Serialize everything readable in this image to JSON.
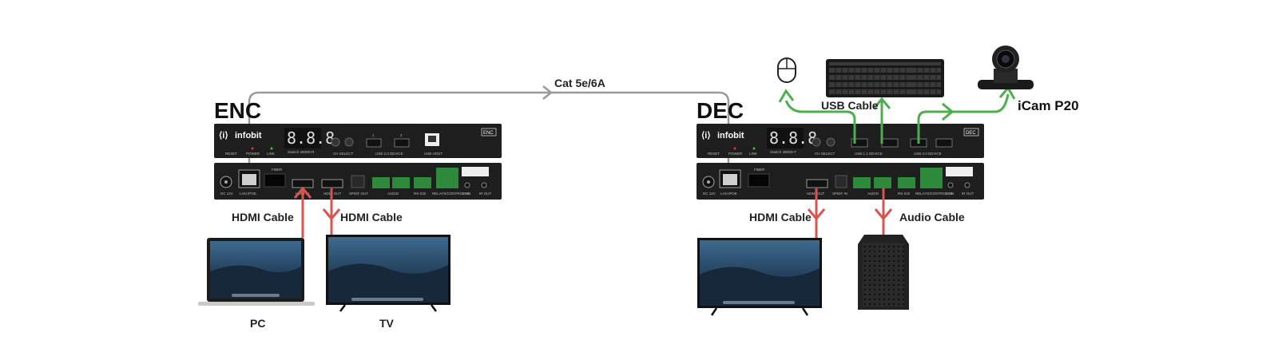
{
  "diagram": {
    "encoder": {
      "title": "ENC",
      "brand": "infobit",
      "model": "iSwitch 2800D-R",
      "display": "8.8.8",
      "badge": "ENC"
    },
    "decoder": {
      "title": "DEC",
      "brand": "infobit",
      "model": "iSwitch 2800D-T",
      "display": "8.8.8",
      "badge": "DEC"
    },
    "link_label": "Cat  5e/6A",
    "cables": {
      "enc_in": "HDMI Cable",
      "enc_out": "HDMI Cable",
      "dec_out": "HDMI Cable",
      "dec_audio": "Audio Cable",
      "usb": "USB Cable"
    },
    "devices": {
      "pc": "PC",
      "tv": "TV",
      "camera": "iCam P20"
    },
    "colors": {
      "hdmi": "#d9534f",
      "usb": "#4cae4c",
      "network": "#9a9a9a",
      "device_body": "#1e1e1e"
    }
  }
}
